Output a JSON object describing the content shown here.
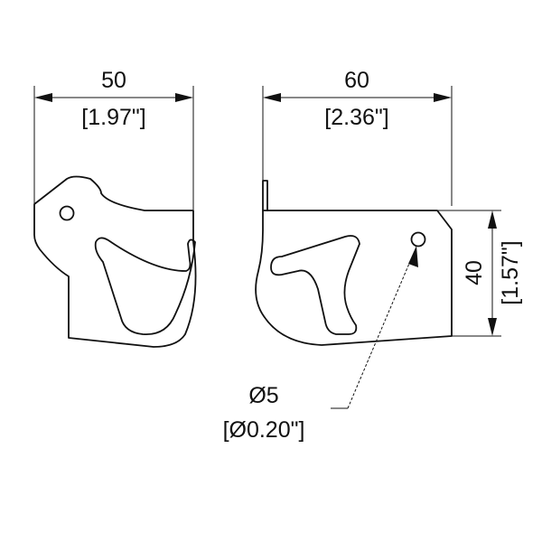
{
  "left_view": {
    "width_mm": "50",
    "width_in": "[1.97\"]"
  },
  "right_view": {
    "width_mm": "60",
    "width_in": "[2.36\"]",
    "height_mm": "40",
    "height_in": "[1.57\"]",
    "hole_diameter_mm": "Ø5",
    "hole_diameter_in": "[Ø0.20\"]"
  },
  "colors": {
    "line": "#111111",
    "background": "#ffffff"
  }
}
